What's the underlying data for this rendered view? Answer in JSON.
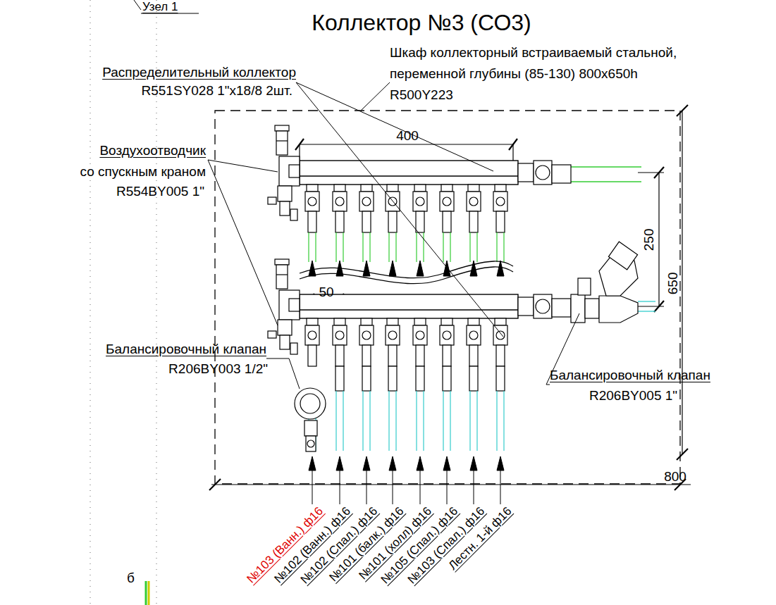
{
  "diagram": {
    "title": "Коллектор №3 (СО3)",
    "labels": [
      "Узел 1",
      "Распределительный коллектор",
      "R551SY028 1\"x18/8 2шт.",
      "Шкаф коллекторный встраиваемый стальной, переменной глубины (85-130) 800x650h",
      "R500Y223",
      "Воздухоотводчик",
      "со спускным краном",
      "R554BY005 1\"",
      "400",
      "250",
      "650",
      "50",
      "800",
      "Балансировочный клапан",
      "R206BY003 1/2\"",
      "Балансировочный клапан",
      "R206BY005 1\"",
      "№103 (Ванн.) ф16",
      "№102 (Ванн.) ф16",
      "№102 (Спал.) ф16",
      "№101 (балк.) ф16",
      "№101 (холл) ф16",
      "№105 (Спал.) ф16",
      "№103 (Спал.) ф16",
      "Лестн. 1-й ф16",
      "б"
    ]
  }
}
